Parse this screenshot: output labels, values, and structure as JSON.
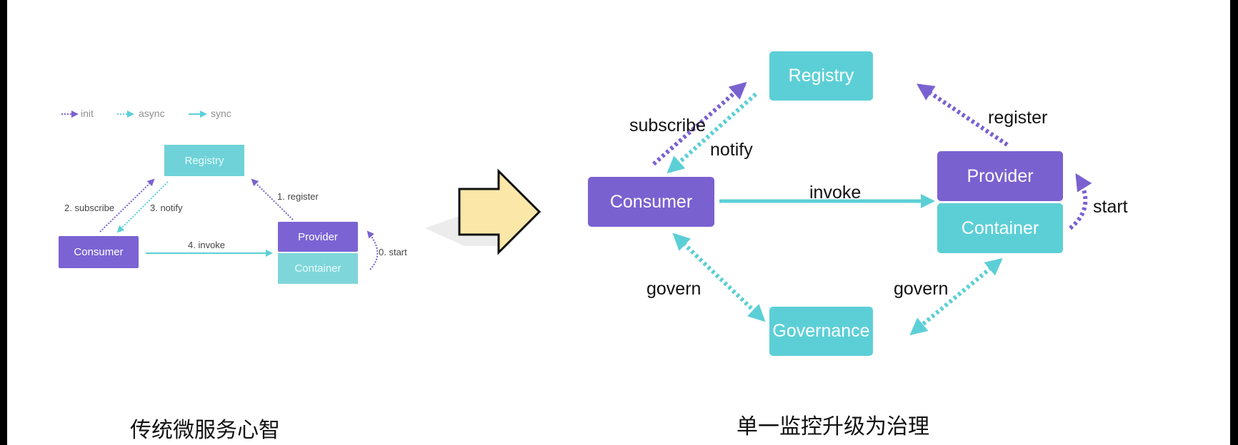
{
  "colors": {
    "purple": "#7a61d0",
    "teal": "#5ccfd6",
    "arrow_fill": "#fbe8a8"
  },
  "legend": {
    "init": "init",
    "async": "async",
    "sync": "sync"
  },
  "left": {
    "nodes": {
      "registry": "Registry",
      "consumer": "Consumer",
      "provider": "Provider",
      "container": "Container"
    },
    "edges": {
      "subscribe": "2. subscribe",
      "notify": "3. notify",
      "register": "1. register",
      "invoke": "4. invoke",
      "start": "0. start"
    },
    "caption": "传统微服务心智"
  },
  "transition_arrow": "right-arrow",
  "right": {
    "nodes": {
      "registry": "Registry",
      "consumer": "Consumer",
      "provider": "Provider",
      "container": "Container",
      "governance": "Governance"
    },
    "edges": {
      "subscribe": "subscribe",
      "notify": "notify",
      "register": "register",
      "invoke": "invoke",
      "start": "start",
      "govern_left": "govern",
      "govern_right": "govern"
    },
    "caption": "单一监控升级为治理"
  }
}
